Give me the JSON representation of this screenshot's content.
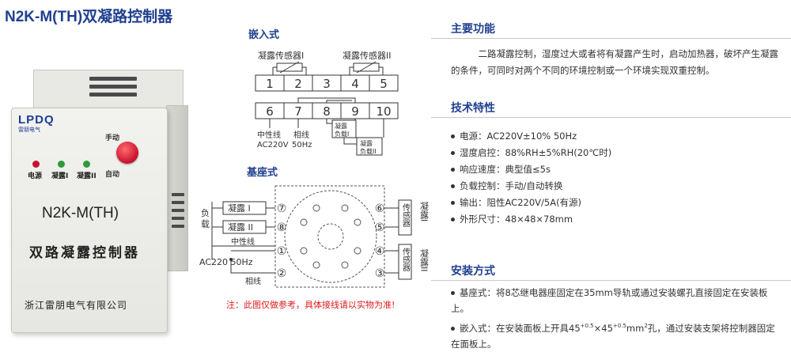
{
  "title": "N2K-M(TH)双凝路控制器",
  "device": {
    "logo": "LPDQ",
    "logo_sub": "雷朋电气",
    "led_power": "电源",
    "led_cond1": "凝露I",
    "led_cond2": "凝露II",
    "manual": "手动",
    "auto": "自动",
    "model": "N2K-M(TH)",
    "name": "双路凝露控制器",
    "company": "浙江雷朋电气有限公司"
  },
  "embedded": {
    "heading": "嵌入式",
    "sensor1": "凝露传感器I",
    "sensor2": "凝露传感器II",
    "top_terms": [
      "1",
      "2",
      "3",
      "4",
      "5"
    ],
    "bottom_terms": [
      "6",
      "7",
      "8",
      "9",
      "10"
    ],
    "neutral": "中性线",
    "ac": "AC220V",
    "phase": "相线",
    "freq": "50Hz",
    "load1_a": "凝露",
    "load1_b": "负载I",
    "load2_a": "凝露",
    "load2_b": "负载II"
  },
  "base": {
    "heading": "基座式",
    "load": [
      "负",
      "载"
    ],
    "cond1": "凝露 I",
    "cond2": "凝露 II",
    "neutral": "中性线",
    "ac": "AC220 50Hz",
    "phase": "相线",
    "sensor": "传感器",
    "side1": "凝露I",
    "side2": "凝露II",
    "pins_left": [
      "⑦",
      "⑧",
      "①",
      "②"
    ],
    "pins_right": [
      "⑥",
      "⑤",
      "④",
      "③"
    ]
  },
  "note": "注：此图仅做参考，具体接线请以实物为准!",
  "functions": {
    "heading": "主要功能",
    "text": "二路凝露控制，湿度过大或者将有凝露产生时，启动加热器，破坏产生凝露的条件，可同时对两个不同的环境控制或一个环境实现双重控制。"
  },
  "specs": {
    "heading": "技术特性",
    "items": [
      "电源：AC220V±10% 50Hz",
      "湿度启控：88%RH±5%RH(20℃时)",
      "响应速度：典型值≤5s",
      "负载控制：手动/自动转换",
      "输出：阻性AC220V/5A(有源)",
      "外形尺寸：48×48×78mm"
    ]
  },
  "install": {
    "heading": "安装方式",
    "base_label": "基座式：",
    "base_text": "将8芯继电器座固定在35mm导轨或通过安装螺孔直接固定在安装板上。",
    "embed_label": "嵌入式：",
    "embed_text_a": "在安装面板上开具45",
    "embed_sup1": "+0.5",
    "embed_mid": "×45",
    "embed_sup2": "+0.5",
    "embed_text_b": "mm",
    "embed_sup3": "2",
    "embed_text_c": "孔，通过安装支架将控制器固定在面板上。"
  },
  "colors": {
    "heading": "#1f3f8f",
    "note": "#e01a1a",
    "knob": "#c8102e"
  }
}
